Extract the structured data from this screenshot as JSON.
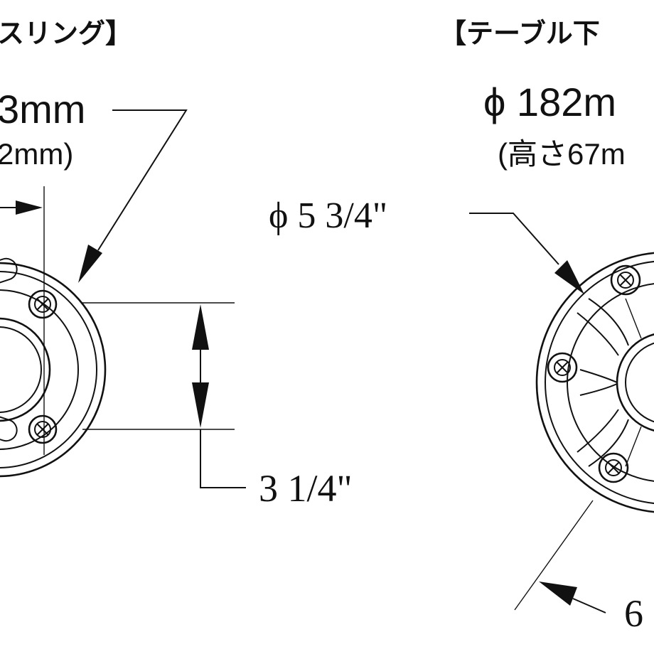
{
  "left": {
    "title": "スリング】",
    "diameter_mm": "3mm",
    "height_mm": "2mm)",
    "spacing_in": "3 1/4\""
  },
  "right": {
    "title": "【テーブル下",
    "diameter_mm": "ϕ 182m",
    "height_mm": "(高さ67m",
    "diameter_in": "ϕ 5 3/4\"",
    "bottom_label": "6"
  }
}
